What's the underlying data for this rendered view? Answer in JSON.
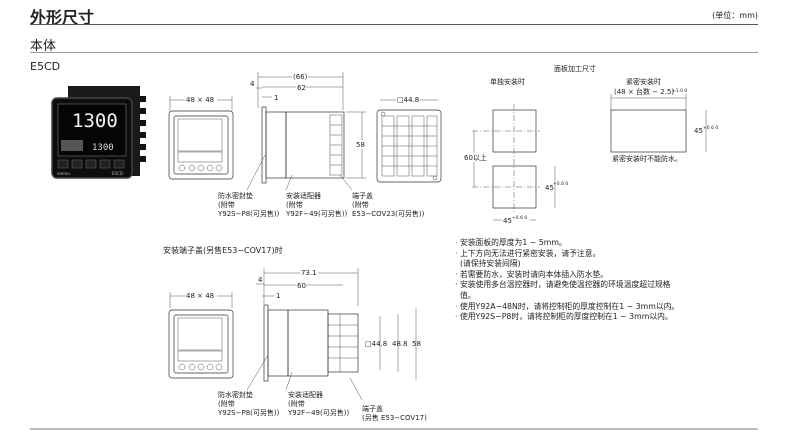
{
  "header": {
    "title": "外形尺寸",
    "unit": "(单位：mm)"
  },
  "section": {
    "title": "本体",
    "model": "E5CD"
  },
  "product_photo": {
    "pv": "1300",
    "sv": "1300",
    "brand": "omron",
    "model_mark": "E5CD"
  },
  "view1": {
    "front_dim": "48 × 48",
    "side_dims": {
      "overall": "(66)",
      "body": "62",
      "panel": "4",
      "gap": "1",
      "height": "58"
    },
    "back_dim": "□44.8",
    "callouts": [
      {
        "name": "防水密封垫",
        "line2": "(附带",
        "line3": "Y92S−P8(可另售))"
      },
      {
        "name": "安装适配器",
        "line2": "(附带",
        "line3": "Y92F−49(可另售))"
      },
      {
        "name": "端子盖",
        "line2": "(附带",
        "line3": "E53−COV23(可另售))"
      }
    ]
  },
  "cutout": {
    "title": "面板加工尺寸",
    "single_title": "单独安装时",
    "group_title": "紧密安装时",
    "spacing": "60以上",
    "dim_h": "45",
    "dim_w": "45",
    "tol": "+0.6 0",
    "group_width": "(48 × 台数 − 2.5)",
    "group_tol": "+1.0 0",
    "group_note": "紧密安装时不能防水。"
  },
  "view2": {
    "title": "安装端子盖(另售E53−COV17)时",
    "front_dim": "48 × 48",
    "side_dims": {
      "overall": "73.1",
      "body": "60",
      "panel": "4",
      "gap": "1",
      "sq": "□44.8",
      "mid": "48.8",
      "height": "58"
    },
    "callouts": [
      {
        "name": "防水密封垫",
        "line2": "(附带",
        "line3": "Y92S−P8(可另售))"
      },
      {
        "name": "安装适配器",
        "line2": "(附带",
        "line3": "Y92F−49(可另售))"
      },
      {
        "name": "端子盖",
        "line2": "(另售 E53−COV17)"
      }
    ]
  },
  "notes": [
    "· 安装面板的厚度为1 ~ 5mm。",
    "· 上下方向无法进行紧密安装，请予注意。",
    "  (请保持安装间隔)",
    "· 若需要防水，安装时请向本体插入防水垫。",
    "· 安装使用多台温控器时，请避免使温控器的环境温度超过规格",
    "  值。",
    "· 使用Y92A−48N时，请将控制柜的厚度控制在1 ~ 3mm以内。",
    "· 使用Y92S−P8时，请将控制柜的厚度控制在1 ~ 3mm以内。"
  ]
}
